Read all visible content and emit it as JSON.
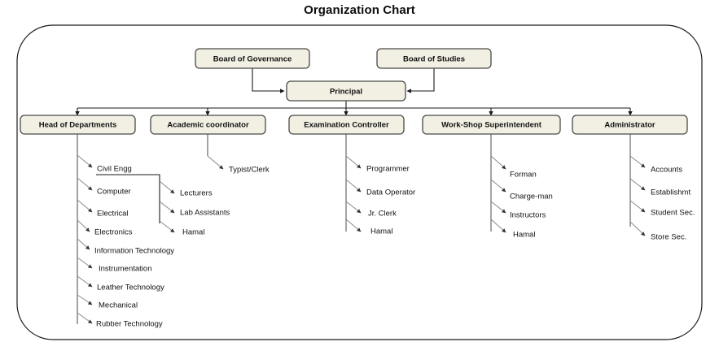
{
  "title": "Organization Chart",
  "chart_data": {
    "type": "diagram",
    "title": "Organization Chart",
    "diagram_kind": "organization-chart",
    "orientation": "top-down",
    "nodes": [
      {
        "id": "board-of-governance",
        "label": "Board of Governance",
        "level": 0,
        "style": "box"
      },
      {
        "id": "board-of-studies",
        "label": "Board of Studies",
        "level": 0,
        "style": "box"
      },
      {
        "id": "principal",
        "label": "Principal",
        "level": 1,
        "style": "box"
      },
      {
        "id": "head-of-departments",
        "label": "Head of Departments",
        "level": 2,
        "style": "box"
      },
      {
        "id": "academic-coordinator",
        "label": "Academic coordinator",
        "level": 2,
        "style": "box"
      },
      {
        "id": "examination-controller",
        "label": "Examination Controller",
        "level": 2,
        "style": "box"
      },
      {
        "id": "work-shop-superintendent",
        "label": "Work-Shop Superintendent",
        "level": 2,
        "style": "box"
      },
      {
        "id": "administrator",
        "label": "Administrator",
        "level": 2,
        "style": "box"
      },
      {
        "id": "civil-engg",
        "label": "Civil Engg",
        "level": 3,
        "style": "text"
      },
      {
        "id": "computer",
        "label": "Computer",
        "level": 3,
        "style": "text"
      },
      {
        "id": "electrical",
        "label": "Electrical",
        "level": 3,
        "style": "text"
      },
      {
        "id": "electronics",
        "label": "Electronics",
        "level": 3,
        "style": "text"
      },
      {
        "id": "information-technology",
        "label": "Information Technology",
        "level": 3,
        "style": "text"
      },
      {
        "id": "instrumentation",
        "label": "Instrumentation",
        "level": 3,
        "style": "text"
      },
      {
        "id": "leather-technology",
        "label": "Leather Technology",
        "level": 3,
        "style": "text"
      },
      {
        "id": "mechanical",
        "label": "Mechanical",
        "level": 3,
        "style": "text"
      },
      {
        "id": "rubber-technology",
        "label": "Rubber Technology",
        "level": 3,
        "style": "text"
      },
      {
        "id": "lecturers",
        "label": "Lecturers",
        "level": 4,
        "style": "text"
      },
      {
        "id": "lab-assistants",
        "label": "Lab Assistants",
        "level": 4,
        "style": "text"
      },
      {
        "id": "hamal-dept",
        "label": "Hamal",
        "level": 4,
        "style": "text"
      },
      {
        "id": "typist-clerk",
        "label": "Typist/Clerk",
        "level": 3,
        "style": "text"
      },
      {
        "id": "programmer",
        "label": "Programmer",
        "level": 3,
        "style": "text"
      },
      {
        "id": "data-operator",
        "label": "Data Operator",
        "level": 3,
        "style": "text"
      },
      {
        "id": "jr-clerk",
        "label": "Jr. Clerk",
        "level": 3,
        "style": "text"
      },
      {
        "id": "hamal-exam",
        "label": "Hamal",
        "level": 3,
        "style": "text"
      },
      {
        "id": "forman",
        "label": "Forman",
        "level": 3,
        "style": "text"
      },
      {
        "id": "charge-man",
        "label": "Charge-man",
        "level": 3,
        "style": "text"
      },
      {
        "id": "instructors",
        "label": "Instructors",
        "level": 3,
        "style": "text"
      },
      {
        "id": "hamal-workshop",
        "label": "Hamal",
        "level": 3,
        "style": "text"
      },
      {
        "id": "accounts",
        "label": "Accounts",
        "level": 3,
        "style": "text"
      },
      {
        "id": "establishmt",
        "label": "Establishmt",
        "level": 3,
        "style": "text"
      },
      {
        "id": "student-sec",
        "label": "Student Sec.",
        "level": 3,
        "style": "text"
      },
      {
        "id": "store-sec",
        "label": "Store Sec.",
        "level": 3,
        "style": "text"
      }
    ],
    "edges": [
      {
        "from": "board-of-governance",
        "to": "principal",
        "arrow": true
      },
      {
        "from": "board-of-studies",
        "to": "principal",
        "arrow": true
      },
      {
        "from": "principal",
        "to": "head-of-departments",
        "arrow": true
      },
      {
        "from": "principal",
        "to": "academic-coordinator",
        "arrow": true
      },
      {
        "from": "principal",
        "to": "examination-controller",
        "arrow": true
      },
      {
        "from": "principal",
        "to": "work-shop-superintendent",
        "arrow": true
      },
      {
        "from": "principal",
        "to": "administrator",
        "arrow": true
      },
      {
        "from": "head-of-departments",
        "to": "civil-engg",
        "arrow": true
      },
      {
        "from": "head-of-departments",
        "to": "computer",
        "arrow": true
      },
      {
        "from": "head-of-departments",
        "to": "electrical",
        "arrow": true
      },
      {
        "from": "head-of-departments",
        "to": "electronics",
        "arrow": true
      },
      {
        "from": "head-of-departments",
        "to": "information-technology",
        "arrow": true
      },
      {
        "from": "head-of-departments",
        "to": "instrumentation",
        "arrow": true
      },
      {
        "from": "head-of-departments",
        "to": "leather-technology",
        "arrow": true
      },
      {
        "from": "head-of-departments",
        "to": "mechanical",
        "arrow": true
      },
      {
        "from": "head-of-departments",
        "to": "rubber-technology",
        "arrow": true
      },
      {
        "from": "civil-engg",
        "to": "lecturers",
        "arrow": true
      },
      {
        "from": "civil-engg",
        "to": "lab-assistants",
        "arrow": true
      },
      {
        "from": "civil-engg",
        "to": "hamal-dept",
        "arrow": true
      },
      {
        "from": "academic-coordinator",
        "to": "typist-clerk",
        "arrow": true
      },
      {
        "from": "examination-controller",
        "to": "programmer",
        "arrow": true
      },
      {
        "from": "examination-controller",
        "to": "data-operator",
        "arrow": true
      },
      {
        "from": "examination-controller",
        "to": "jr-clerk",
        "arrow": true
      },
      {
        "from": "examination-controller",
        "to": "hamal-exam",
        "arrow": true
      },
      {
        "from": "work-shop-superintendent",
        "to": "forman",
        "arrow": true
      },
      {
        "from": "work-shop-superintendent",
        "to": "charge-man",
        "arrow": true
      },
      {
        "from": "work-shop-superintendent",
        "to": "instructors",
        "arrow": true
      },
      {
        "from": "work-shop-superintendent",
        "to": "hamal-workshop",
        "arrow": true
      },
      {
        "from": "administrator",
        "to": "accounts",
        "arrow": true
      },
      {
        "from": "administrator",
        "to": "establishmt",
        "arrow": true
      },
      {
        "from": "administrator",
        "to": "student-sec",
        "arrow": true
      },
      {
        "from": "administrator",
        "to": "store-sec",
        "arrow": true
      }
    ],
    "colors": {
      "box_fill": "#f2efe3",
      "box_stroke": "#4a4a48",
      "connector": "#1a1a1a",
      "diagonal_connector": "#8a8a8a",
      "text": "#111111",
      "frame": "#1a1a1a",
      "background": "#ffffff"
    }
  },
  "boxes": {
    "board_of_governance": "Board of Governance",
    "board_of_studies": "Board of Studies",
    "principal": "Principal",
    "head_of_departments": "Head of Departments",
    "academic_coordinator": "Academic coordinator",
    "examination_controller": "Examination Controller",
    "work_shop_superintendent": "Work-Shop Superintendent",
    "administrator": "Administrator"
  },
  "departments": [
    "Civil Engg",
    "Computer",
    "Electrical",
    "Electronics",
    "Information Technology",
    "Instrumentation",
    "Leather Technology",
    "Mechanical",
    "Rubber Technology"
  ],
  "department_staff": [
    "Lecturers",
    "Lab Assistants",
    "Hamal"
  ],
  "academic_staff": [
    "Typist/Clerk"
  ],
  "examination_staff": [
    "Programmer",
    "Data Operator",
    "Jr. Clerk",
    "Hamal"
  ],
  "workshop_staff": [
    "Forman",
    "Charge-man",
    "Instructors",
    "Hamal"
  ],
  "administration_staff": [
    "Accounts",
    "Establishmt",
    "Student Sec.",
    "Store Sec."
  ]
}
